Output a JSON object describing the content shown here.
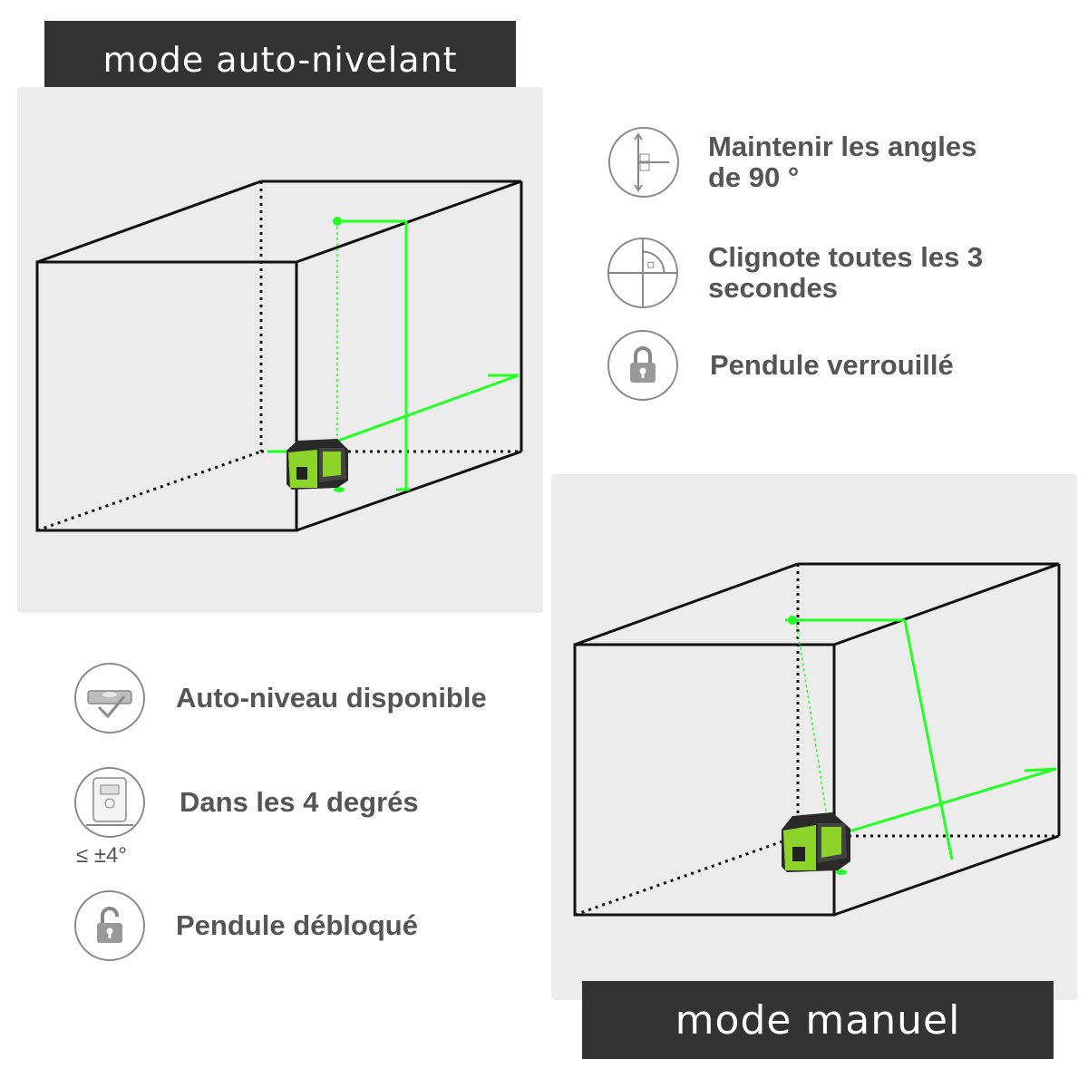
{
  "auto_mode": {
    "title": "mode auto-nivelant",
    "features": [
      {
        "icon": "level-check-icon",
        "label": "Auto-niveau disponible"
      },
      {
        "icon": "tilt-range-icon",
        "label": "Dans les 4 degrés",
        "note": "≤ ±4°"
      },
      {
        "icon": "unlocked-padlock-icon",
        "label": "Pendule débloqué"
      }
    ]
  },
  "manual_mode": {
    "title": "mode manuel",
    "features": [
      {
        "icon": "right-angle-icon",
        "label_line1": "Maintenir les angles",
        "label_line2": "de 90 °"
      },
      {
        "icon": "crosshair-quadrant-icon",
        "label_line1": "Clignote toutes les 3",
        "label_line2": "secondes"
      },
      {
        "icon": "locked-padlock-icon",
        "label": "Pendule verrouillé"
      }
    ]
  },
  "colors": {
    "banner": "#333333",
    "panel": "#ececec",
    "laser": "#22ff22",
    "device": "#8cd42a",
    "text": "#555555"
  }
}
